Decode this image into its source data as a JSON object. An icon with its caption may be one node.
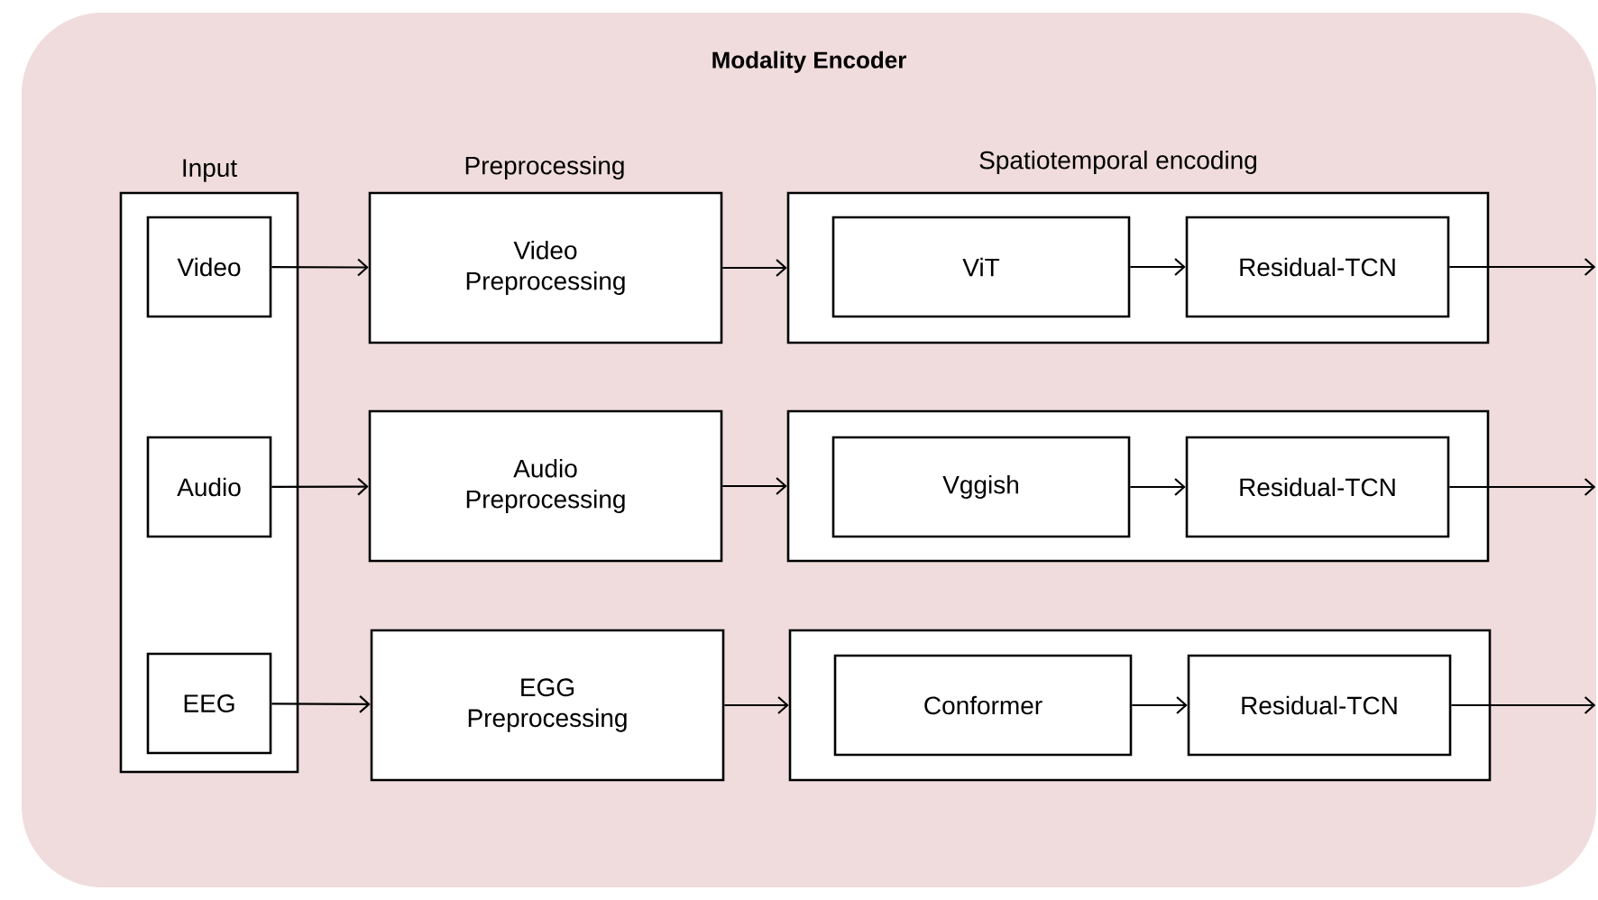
{
  "diagram": {
    "nodes": [
      {
        "text": [
          "Modality Encoder"
        ]
      },
      {
        "text": [
          "Input"
        ],
        "in": 0
      },
      {
        "text": [
          "Video"
        ],
        "in": 1
      },
      {
        "text": [
          "Audio"
        ],
        "in": 1
      },
      {
        "text": [
          "EEG"
        ],
        "in": 1
      },
      {
        "text": [
          "Video Preprocessing"
        ],
        "in": 0
      },
      {
        "text": [],
        "shape": "box",
        "in": 0
      },
      {
        "text": [
          "ViT"
        ],
        "in": 6
      },
      {
        "text": [
          "Residual-TCN"
        ],
        "in": 6
      },
      {
        "text": [
          "Audio Preprocessing"
        ],
        "in": 0
      },
      {
        "text": [],
        "shape": "box",
        "in": 0
      },
      {
        "text": [
          "Vggish"
        ],
        "in": 10
      },
      {
        "text": [
          "Residual-TCN"
        ],
        "in": 10
      },
      {
        "text": [
          "EGG Preprocessing"
        ],
        "in": 0
      },
      {
        "text": [],
        "shape": "box",
        "in": 0
      },
      {
        "text": [
          "Conformer"
        ],
        "in": 14
      },
      {
        "text": [
          "Residual-TCN"
        ],
        "in": 14
      }
    ],
    "edges": [
      {
        "from": 2,
        "to": 5,
        "arrow": "to"
      },
      {
        "from": 5,
        "to": 6,
        "arrow": "to"
      },
      {
        "from": 7,
        "to": 8,
        "arrow": "to"
      },
      {
        "from": 8,
        "to": null,
        "arrow": "to"
      },
      {
        "from": 3,
        "to": 9,
        "arrow": "to"
      },
      {
        "from": 9,
        "to": 10,
        "arrow": "to"
      },
      {
        "from": 11,
        "to": 12,
        "arrow": "to"
      },
      {
        "from": 12,
        "to": null,
        "arrow": "to"
      },
      {
        "from": 4,
        "to": 13,
        "arrow": "to"
      },
      {
        "from": 13,
        "to": 14,
        "arrow": "to"
      },
      {
        "from": 15,
        "to": 16,
        "arrow": "to"
      },
      {
        "from": 16,
        "to": null,
        "arrow": "to"
      }
    ],
    "labels": [
      "Preprocessing",
      "Spatiotemporal encoding"
    ]
  }
}
